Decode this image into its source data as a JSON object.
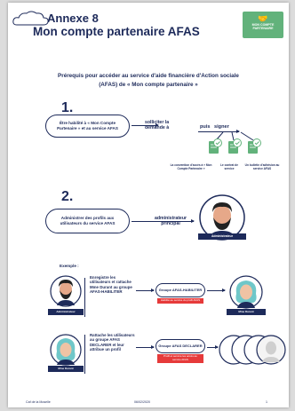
{
  "header": {
    "annexe": "Annexe 8",
    "title": "Mon compte partenaire AFAS",
    "badge_line1": "MON COMPTE",
    "badge_line2": "PARTENAIRE"
  },
  "subtitle_line1": "Prérequis pour accéder au service d'aide financière d'Action sociale",
  "subtitle_line2": "(AFAS) de « Mon compte partenaire »",
  "step1": {
    "number": "1.",
    "pill_text": "Être habilité à « Mon Compte Partenaire » et au service AFAS",
    "arrow_text": "solliciter la demande à",
    "puis": "puis",
    "signer": "signer",
    "doc1": "La convention d'accès à « Mon Compte Partenaire »",
    "doc2": "Le contrat de service",
    "doc3": "Un bulletin d'adhésion au service AFAS"
  },
  "step2": {
    "number": "2.",
    "pill_text": "Administrer des profils aux utilisateurs du service AFAS",
    "arrow_text": "administrateur principal",
    "avatar_caption": "Administrateur"
  },
  "example": {
    "label": "Exemple :",
    "row1": {
      "left_caption": "Administrateur",
      "text": "Enregistre les utilisateurs et rattache Mme Durant au groupe AFAS-HABILITER",
      "group_pill": "Groupe AFAS-HABILITER",
      "red_text": "Habilité au service du profil AFAS",
      "right_caption": "Mme Durant"
    },
    "row2": {
      "left_caption": "Mme Durant",
      "text": "Rattache les utilisateurs au groupe AFAS DECLARER et leur attribue un profil",
      "group_pill": "Groupe AFAS DECLARER",
      "red_text": "Profil et service les accès au service AFAS"
    }
  },
  "footer": {
    "left": "Caf de la Moselle",
    "center": "06/02/2020",
    "right": "1"
  },
  "colors": {
    "navy": "#1d2a5a",
    "green": "#62b27b",
    "red": "#e63a3a"
  }
}
